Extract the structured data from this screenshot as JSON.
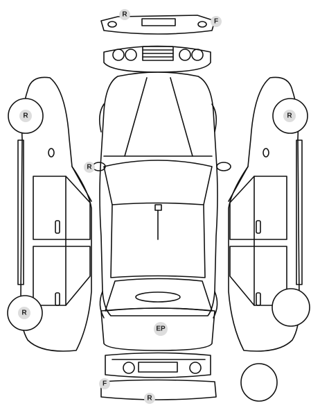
{
  "labels": {
    "top_left": "R",
    "top_right": "F",
    "left_side_upper": "R",
    "left_side_lower": "R",
    "right_side_upper": "R",
    "roof_left": "R",
    "rear_center": "EP",
    "bottom_left": "F",
    "bottom_center": "R"
  },
  "colors": {
    "line": "#111111",
    "badge_fill": "#dddddd",
    "background": "#ffffff"
  }
}
